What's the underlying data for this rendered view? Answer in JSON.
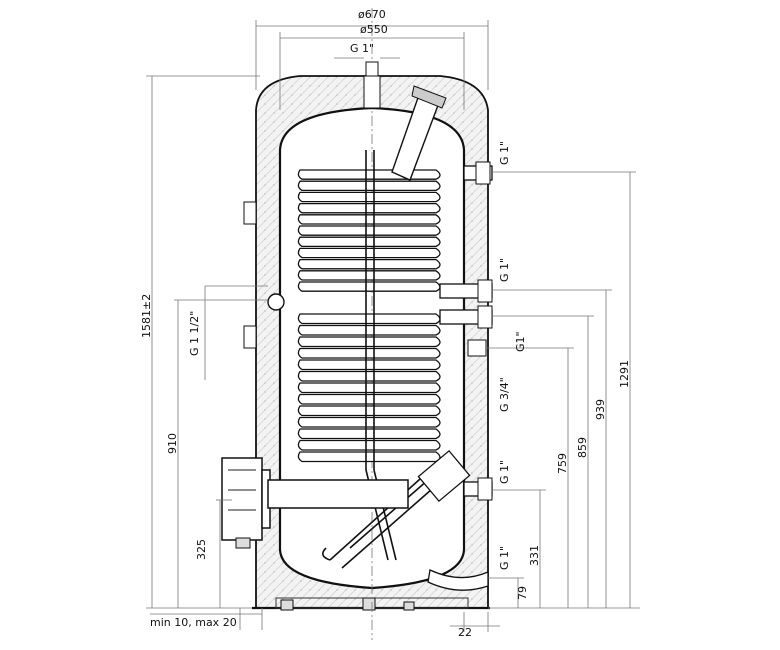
{
  "diagram": {
    "top_dims": {
      "outer_dia": "ø670",
      "inner_dia": "ø550",
      "top_conn": "G 1\""
    },
    "left_dims": {
      "height": "1581±2",
      "g112": "G 1 1/2\"",
      "h910": "910",
      "h325": "325",
      "minmax": "min 10, max 20"
    },
    "right_conn": {
      "c1": "G 1\"",
      "c2": "G 1\"",
      "c3": "G1\"",
      "c4": "G 3/4\"",
      "c5": "G 1\"",
      "c6": "G 1\""
    },
    "right_dims": {
      "d1291": "1291",
      "d939": "939",
      "d859": "859",
      "d759": "759",
      "d331": "331",
      "d79": "79",
      "d22": "22"
    }
  }
}
